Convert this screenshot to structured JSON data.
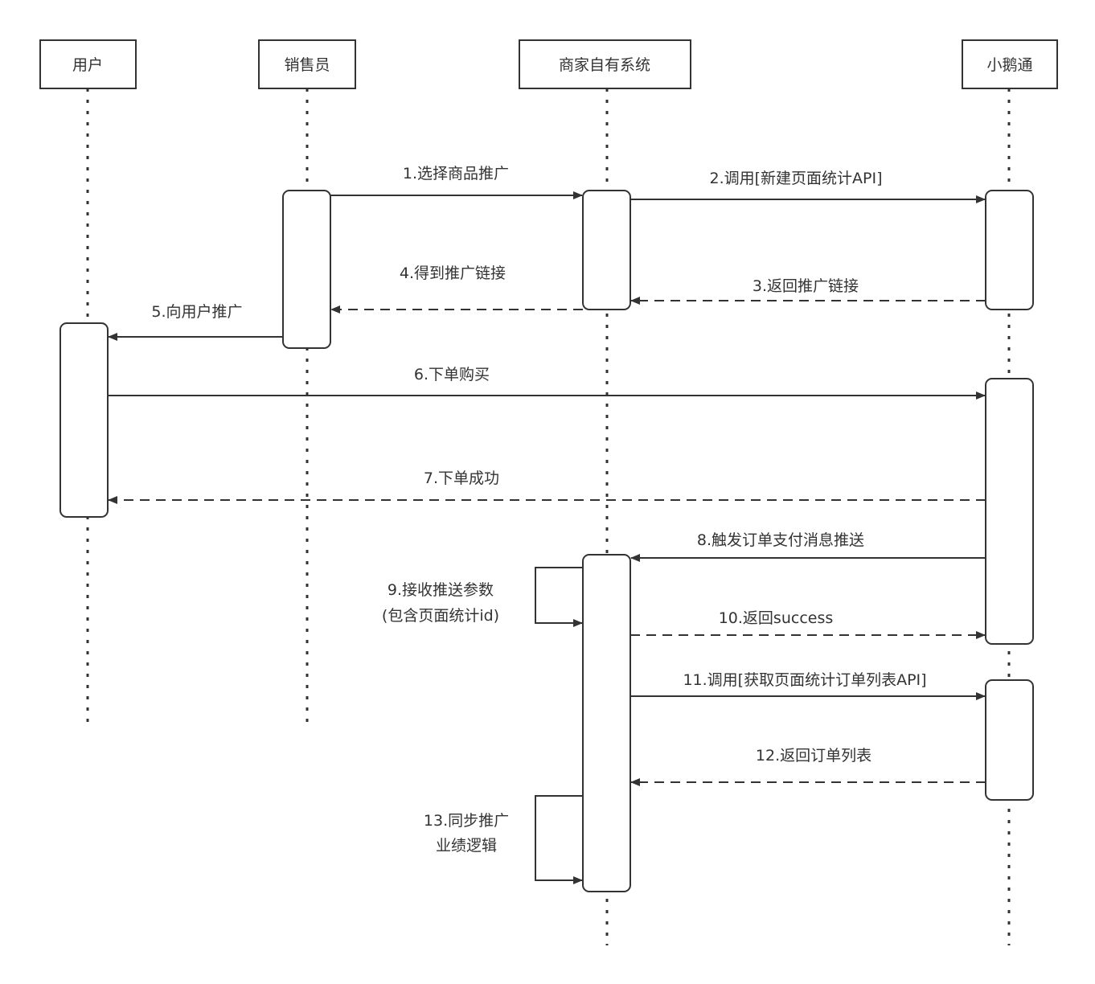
{
  "diagram": {
    "type": "sequence",
    "colors": {
      "stroke": "#333333",
      "background": "#ffffff",
      "text": "#333333"
    },
    "participants": [
      {
        "id": "user",
        "label": "用户"
      },
      {
        "id": "sales",
        "label": "销售员"
      },
      {
        "id": "merchant",
        "label": "商家自有系统"
      },
      {
        "id": "xet",
        "label": "小鹅通"
      }
    ],
    "messages": [
      {
        "step": 1,
        "from": "sales",
        "to": "merchant",
        "style": "solid",
        "label": "1.选择商品推广"
      },
      {
        "step": 2,
        "from": "merchant",
        "to": "xet",
        "style": "solid",
        "label": "2.调用[新建页面统计API]"
      },
      {
        "step": 3,
        "from": "xet",
        "to": "merchant",
        "style": "dashed",
        "label": "3.返回推广链接"
      },
      {
        "step": 4,
        "from": "merchant",
        "to": "sales",
        "style": "dashed",
        "label": "4.得到推广链接"
      },
      {
        "step": 5,
        "from": "sales",
        "to": "user",
        "style": "solid",
        "label": "5.向用户推广"
      },
      {
        "step": 6,
        "from": "user",
        "to": "xet",
        "style": "solid",
        "label": "6.下单购买"
      },
      {
        "step": 7,
        "from": "xet",
        "to": "user",
        "style": "dashed",
        "label": "7.下单成功"
      },
      {
        "step": 8,
        "from": "xet",
        "to": "merchant",
        "style": "solid",
        "label": "8.触发订单支付消息推送"
      },
      {
        "step": 9,
        "from": "merchant",
        "to": "merchant",
        "style": "self",
        "label_lines": [
          "9.接收推送参数",
          "(包含页面统计id)"
        ]
      },
      {
        "step": 10,
        "from": "merchant",
        "to": "xet",
        "style": "dashed",
        "label": "10.返回success"
      },
      {
        "step": 11,
        "from": "merchant",
        "to": "xet",
        "style": "solid",
        "label": "11.调用[获取页面统计订单列表API]"
      },
      {
        "step": 12,
        "from": "xet",
        "to": "merchant",
        "style": "dashed",
        "label": "12.返回订单列表"
      },
      {
        "step": 13,
        "from": "merchant",
        "to": "merchant",
        "style": "self",
        "label_lines": [
          "13.同步推广",
          "业绩逻辑"
        ]
      }
    ]
  }
}
